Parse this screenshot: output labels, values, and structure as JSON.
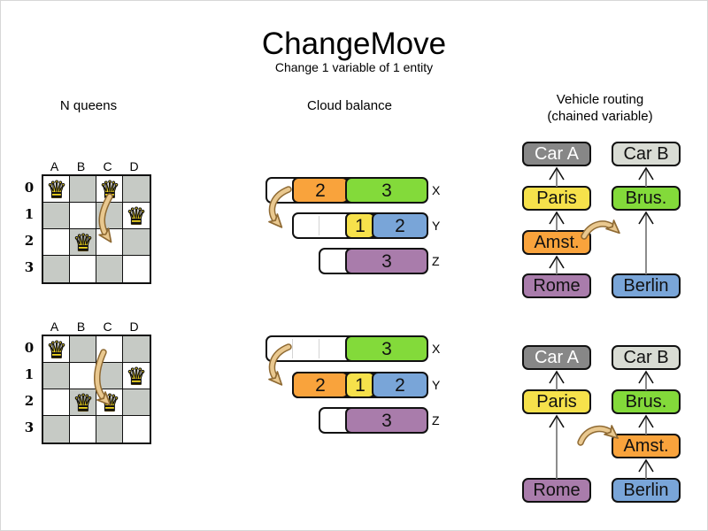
{
  "title": "ChangeMove",
  "subtitle": "Change 1 variable of 1 entity",
  "colors": {
    "orange": "#f9a33c",
    "green": "#83da3a",
    "yellow": "#f6e14b",
    "blue": "#79a5d8",
    "purple": "#a97cab",
    "car_a_gray": "#878787",
    "car_b_gray": "#d9dcd4",
    "board_gray": "#c6cac5",
    "queen_gold": "#f5d91e",
    "move_arrow_fill": "#e9c88f",
    "move_arrow_outline": "#8f6a33",
    "chain_line_gray": "#808080"
  },
  "nqueens": {
    "section_title": "N queens",
    "columns": [
      "A",
      "B",
      "C",
      "D"
    ],
    "rows": [
      "0",
      "1",
      "2",
      "3"
    ],
    "queen_glyph": "♛",
    "before": {
      "queens": [
        "A0",
        "C0",
        "D1",
        "B2"
      ],
      "move_arrow": "queen C0 moves to C2"
    },
    "after": {
      "queens": [
        "A0",
        "D1",
        "B2",
        "C2"
      ],
      "move_arrow": "queen moved from C0 to C2"
    }
  },
  "cloud": {
    "section_title": "Cloud balance",
    "computer_labels": [
      "X",
      "Y",
      "Z"
    ],
    "before": {
      "X": [
        {
          "value": "2",
          "color": "orange"
        },
        {
          "value": "3",
          "color": "green"
        }
      ],
      "Y": [
        {
          "value": "1",
          "color": "yellow"
        },
        {
          "value": "2",
          "color": "blue"
        }
      ],
      "Z": [
        {
          "value": "3",
          "color": "purple"
        }
      ],
      "move_arrow": "process 2 moves from computer X to computer Y"
    },
    "after": {
      "X": [
        {
          "value": "3",
          "color": "green"
        }
      ],
      "Y": [
        {
          "value": "2",
          "color": "orange"
        },
        {
          "value": "1",
          "color": "yellow"
        },
        {
          "value": "2",
          "color": "blue"
        }
      ],
      "Z": [
        {
          "value": "3",
          "color": "purple"
        }
      ]
    }
  },
  "vrp": {
    "section_title": "Vehicle routing",
    "section_subtitle": "(chained variable)",
    "before": {
      "chain_a": [
        "Car A",
        "Paris",
        "Amst.",
        "Rome"
      ],
      "chain_b": [
        "Car B",
        "Brus.",
        "Berlin"
      ],
      "move_arrow": "Amst. moves between Brus. and Berlin"
    },
    "after": {
      "chain_a": [
        "Car A",
        "Paris",
        "Rome"
      ],
      "chain_b": [
        "Car B",
        "Brus.",
        "Amst.",
        "Berlin"
      ]
    }
  }
}
